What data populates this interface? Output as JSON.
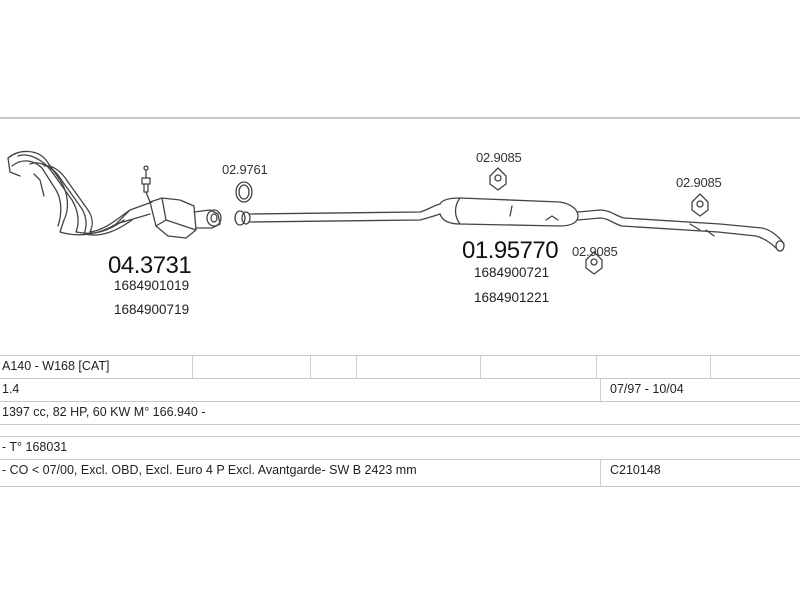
{
  "parts": {
    "ring_gasket": "02.9761",
    "hanger_1": "02.9085",
    "hanger_2": "02.9085",
    "hanger_3": "02.9085",
    "front_section": {
      "code": "04.3731",
      "refs": [
        "1684901019",
        "1684900719"
      ]
    },
    "rear_section": {
      "code": "01.95770",
      "refs": [
        "1684900721",
        "1684901221"
      ]
    }
  },
  "table": {
    "model": "A140 - W168  [CAT]",
    "engine_size": "1.4",
    "date_range": "07/97  - 10/04",
    "specs": "1397 cc, 82 HP, 60 KW M° 166.940 -",
    "type_code": "- T° 168031",
    "notes": "- CO < 07/00, Excl. OBD, Excl. Euro 4  P Excl. Avantgarde- SW B 2423 mm",
    "catalog_code": "C210148"
  }
}
